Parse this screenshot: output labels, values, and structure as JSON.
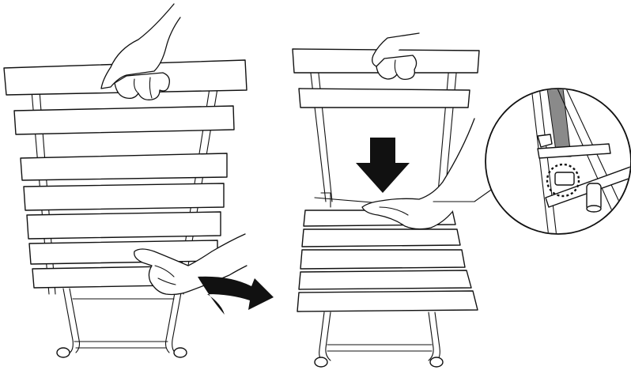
{
  "figure": {
    "panels": [
      {
        "id": "step-1",
        "content": "hand-lifting-backrest-arm-folding-chair"
      },
      {
        "id": "step-2",
        "content": "hand-pressing-seat-down-with-detail-callout"
      }
    ],
    "colors": {
      "ink": "#111111",
      "background": "#ffffff",
      "detail_bar": "#8a8a8a"
    },
    "icons": [
      "hand-icon",
      "curved-arrow-icon",
      "down-arrow-icon",
      "magnifier-callout-icon"
    ]
  }
}
